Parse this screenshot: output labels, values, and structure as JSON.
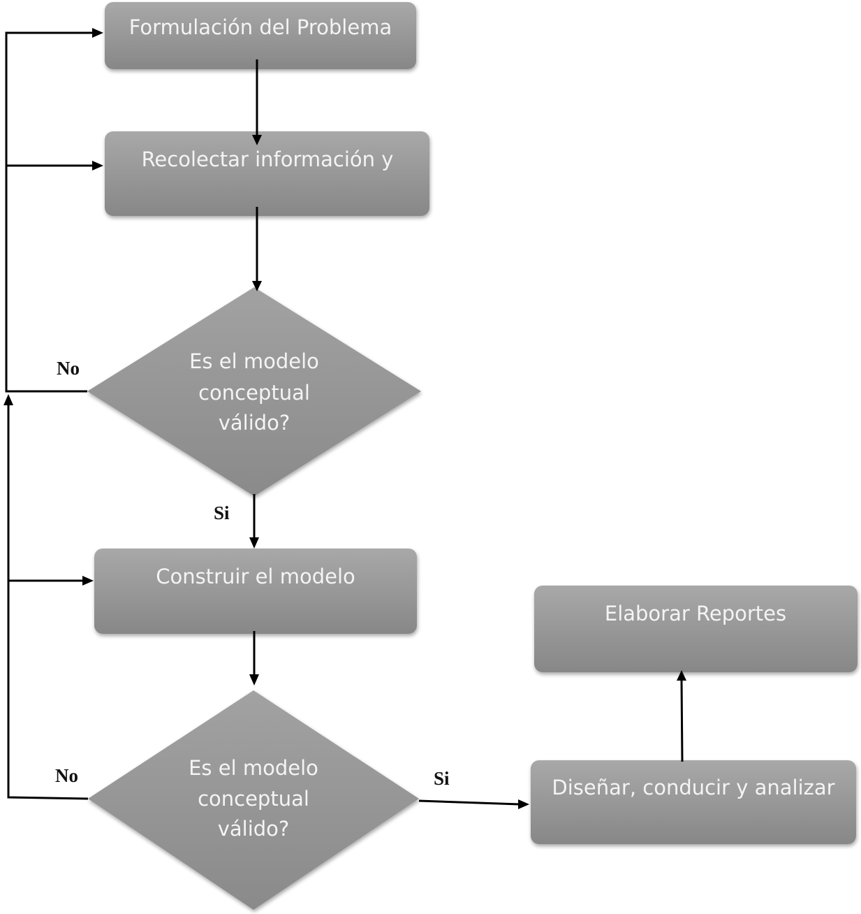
{
  "nodes": {
    "formulacion": "Formulación del Problema",
    "recolectar": "Recolectar información y",
    "decision1": [
      "Es el modelo",
      "conceptual",
      "válido?"
    ],
    "construir": "Construir el modelo",
    "decision2": [
      "Es el modelo",
      "conceptual",
      "válido?"
    ],
    "disenar": "Diseñar, conducir y analizar",
    "elaborar": "Elaborar Reportes"
  },
  "edge_labels": {
    "decision1_no": "No",
    "decision1_si": "Si",
    "decision2_no": "No",
    "decision2_si": "Si"
  },
  "colors": {
    "node_fill_top": "#a9a9a9",
    "node_fill_bottom": "#858585",
    "node_text": "#f4f4f4",
    "arrow": "#000000"
  }
}
